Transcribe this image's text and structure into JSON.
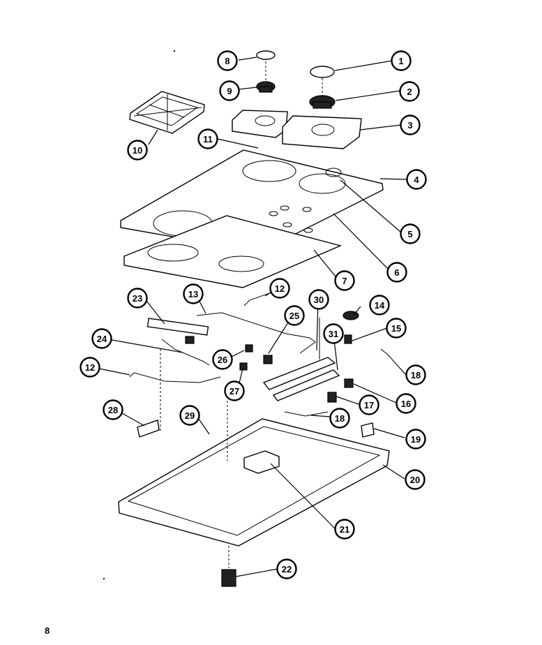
{
  "diagram": {
    "page_number": "8",
    "callouts": [
      {
        "id": "c1",
        "label": "1"
      },
      {
        "id": "c2",
        "label": "2"
      },
      {
        "id": "c3",
        "label": "3"
      },
      {
        "id": "c4",
        "label": "4"
      },
      {
        "id": "c5",
        "label": "5"
      },
      {
        "id": "c6",
        "label": "6"
      },
      {
        "id": "c7",
        "label": "7"
      },
      {
        "id": "c8",
        "label": "8"
      },
      {
        "id": "c9",
        "label": "9"
      },
      {
        "id": "c10",
        "label": "10"
      },
      {
        "id": "c11",
        "label": "11"
      },
      {
        "id": "c12a",
        "label": "12"
      },
      {
        "id": "c12b",
        "label": "12"
      },
      {
        "id": "c13",
        "label": "13"
      },
      {
        "id": "c14",
        "label": "14"
      },
      {
        "id": "c15",
        "label": "15"
      },
      {
        "id": "c16",
        "label": "16"
      },
      {
        "id": "c17",
        "label": "17"
      },
      {
        "id": "c18a",
        "label": "18"
      },
      {
        "id": "c18b",
        "label": "18"
      },
      {
        "id": "c19",
        "label": "19"
      },
      {
        "id": "c20",
        "label": "20"
      },
      {
        "id": "c21",
        "label": "21"
      },
      {
        "id": "c22",
        "label": "22"
      },
      {
        "id": "c23",
        "label": "23"
      },
      {
        "id": "c24",
        "label": "24"
      },
      {
        "id": "c25",
        "label": "25"
      },
      {
        "id": "c26",
        "label": "26"
      },
      {
        "id": "c27",
        "label": "27"
      },
      {
        "id": "c28",
        "label": "28"
      },
      {
        "id": "c29",
        "label": "29"
      },
      {
        "id": "c30",
        "label": "30"
      },
      {
        "id": "c31",
        "label": "31"
      }
    ]
  }
}
